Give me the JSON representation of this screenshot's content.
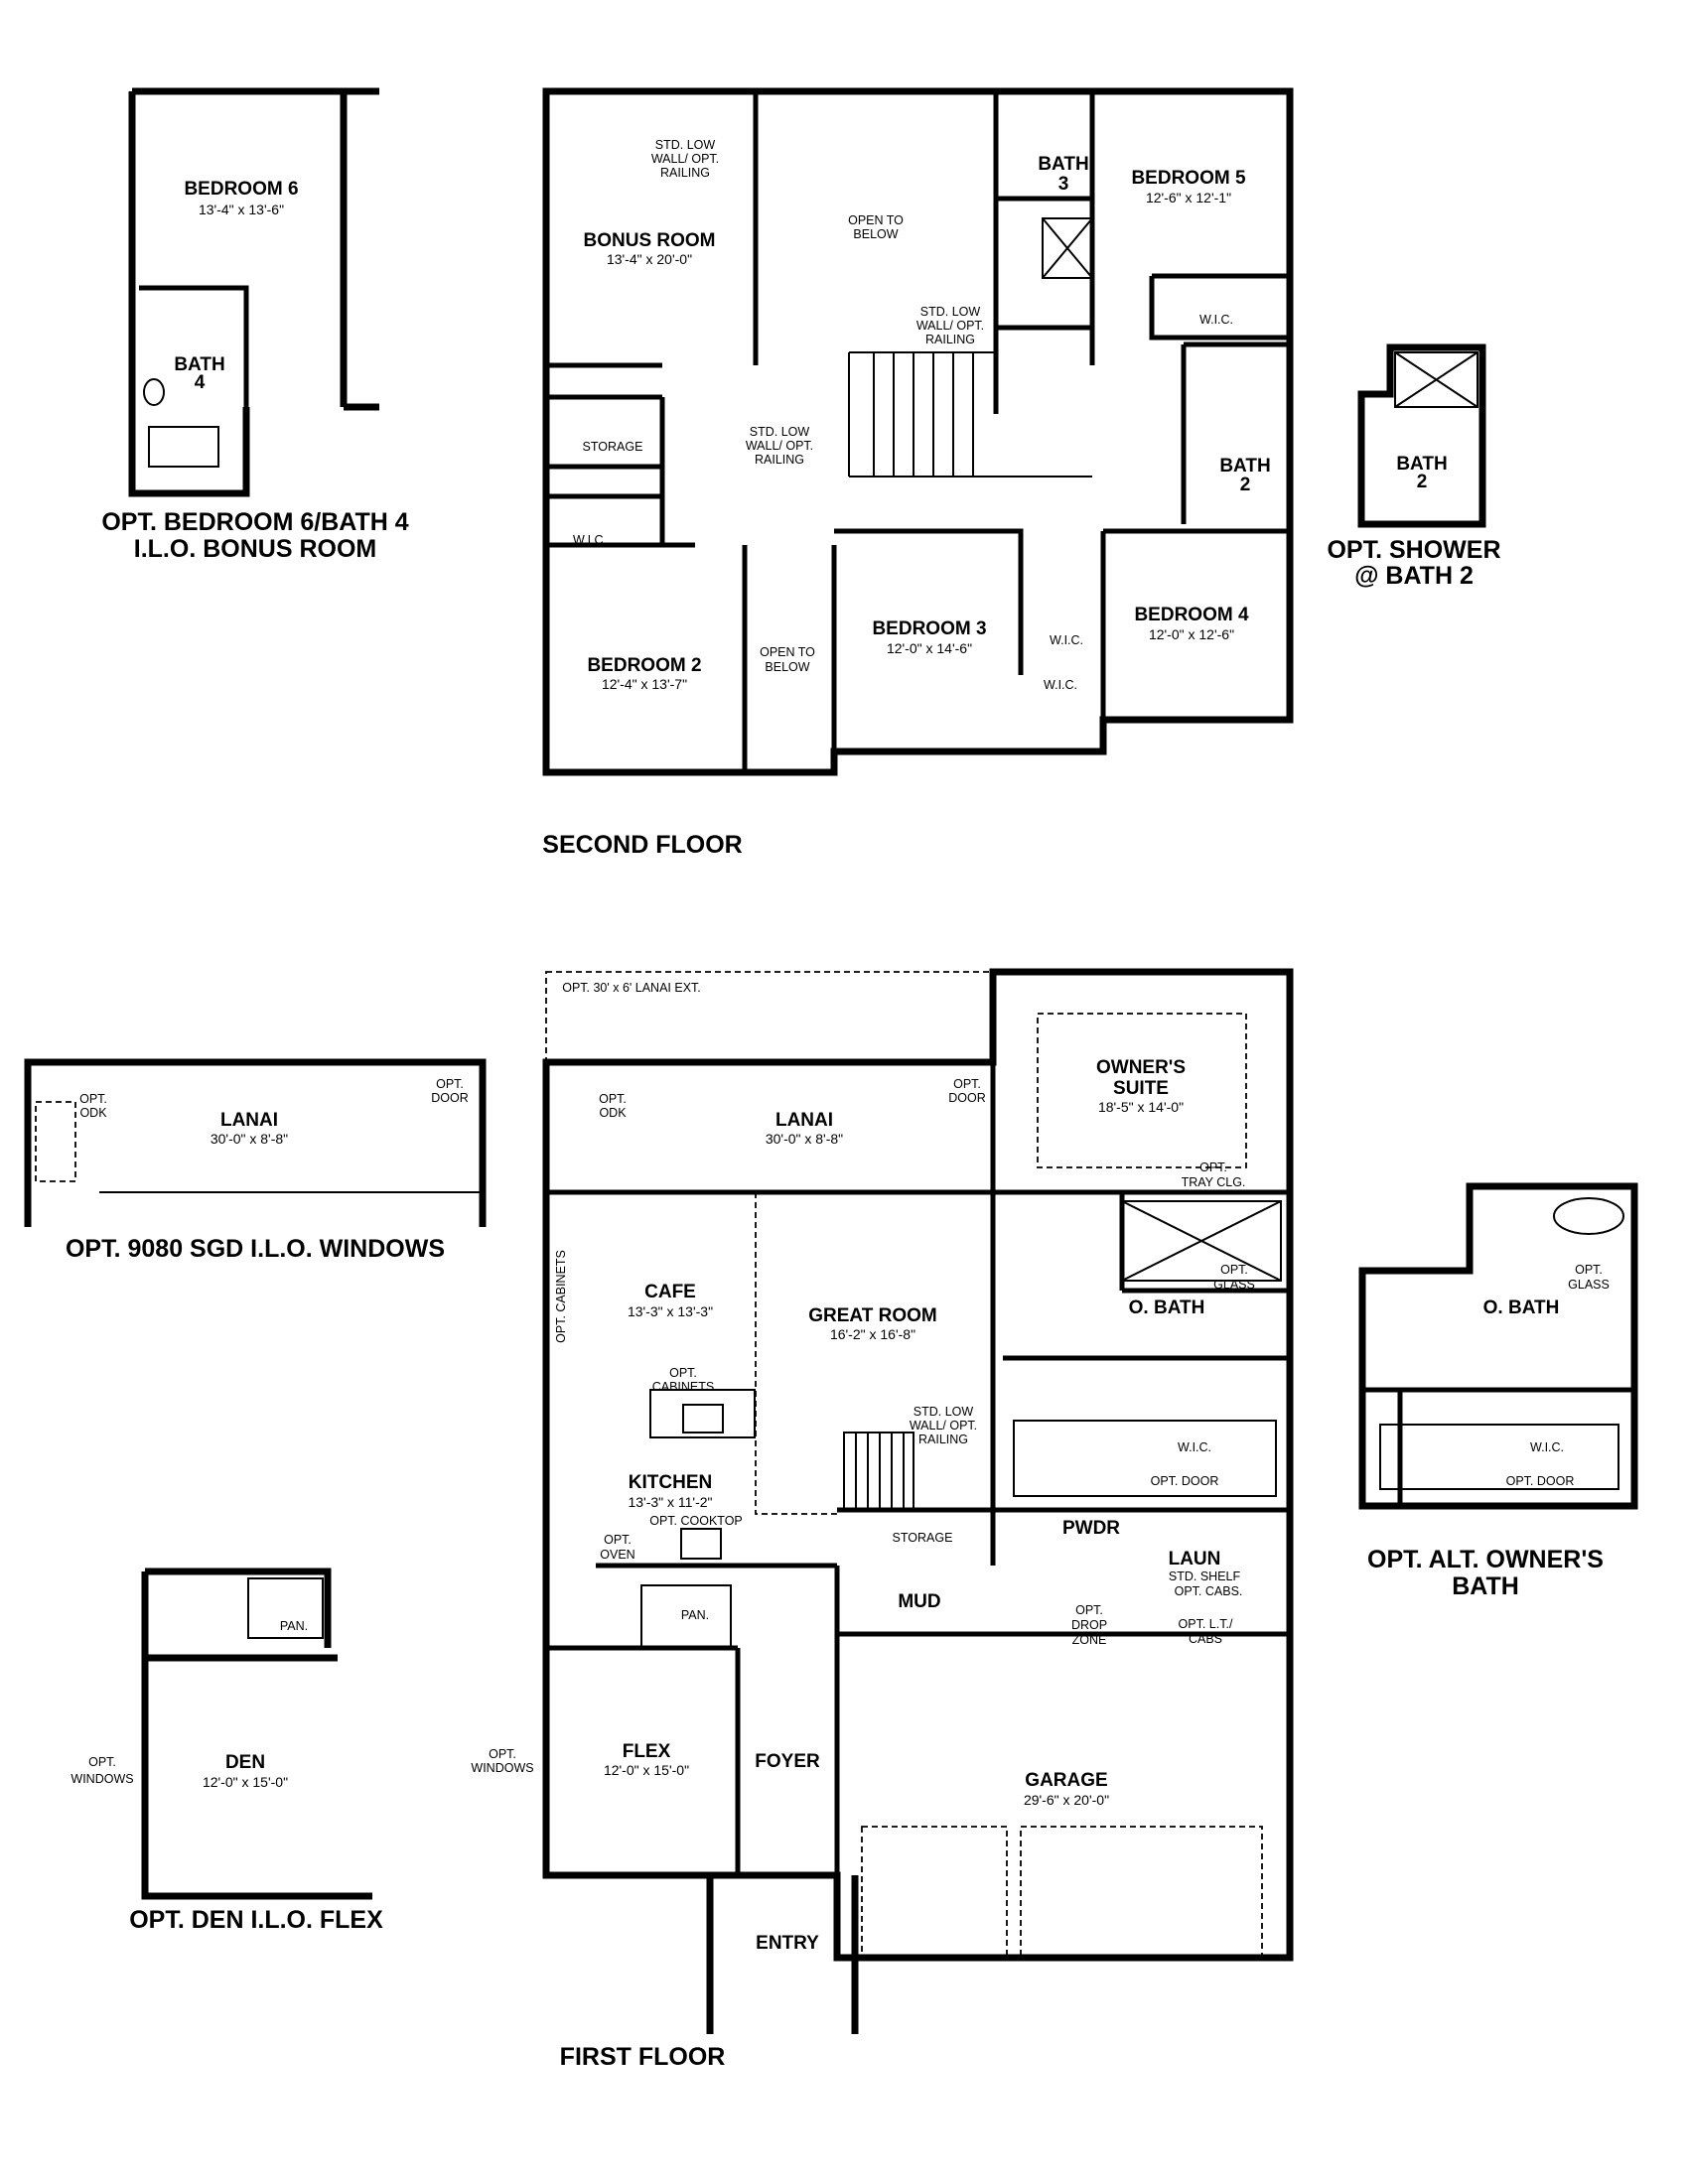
{
  "colors": {
    "line": "#000000",
    "background": "#ffffff"
  },
  "opt_bedroom6": {
    "bedroom6": {
      "name": "BEDROOM 6",
      "dims": "13'-4\" x 13'-6\""
    },
    "bath4": {
      "line1": "BATH",
      "line2": "4"
    },
    "caption_line1": "OPT. BEDROOM 6/BATH 4",
    "caption_line2": "I.L.O. BONUS ROOM"
  },
  "second_floor": {
    "title": "SECOND FLOOR",
    "bonus_room": {
      "name": "BONUS ROOM",
      "dims": "13'-4\" x 20'-0\""
    },
    "low_wall_note": [
      "STD. LOW",
      "WALL/ OPT.",
      "RAILING"
    ],
    "open_to_below": [
      "OPEN TO",
      "BELOW"
    ],
    "bath3": {
      "line1": "BATH",
      "line2": "3"
    },
    "bedroom5": {
      "name": "BEDROOM 5",
      "dims": "12'-6\" x 12'-1\""
    },
    "wic": "W.I.C.",
    "storage": "STORAGE",
    "bath2": {
      "line1": "BATH",
      "line2": "2"
    },
    "bedroom2": {
      "name": "BEDROOM 2",
      "dims": "12'-4\" x 13'-7\""
    },
    "bedroom3": {
      "name": "BEDROOM 3",
      "dims": "12'-0\" x 14'-6\""
    },
    "bedroom4": {
      "name": "BEDROOM 4",
      "dims": "12'-0\" x 12'-6\""
    }
  },
  "opt_shower": {
    "bath2": {
      "line1": "BATH",
      "line2": "2"
    },
    "caption_line1": "OPT. SHOWER",
    "caption_line2": "@ BATH 2"
  },
  "opt_sgd": {
    "lanai": {
      "name": "LANAI",
      "dims": "30'-0\" x 8'-8\""
    },
    "odk": [
      "OPT.",
      "ODK"
    ],
    "door": [
      "OPT.",
      "DOOR"
    ],
    "caption": "OPT. 9080 SGD I.L.O. WINDOWS"
  },
  "first_floor": {
    "title": "FIRST FLOOR",
    "lanai_ext": "OPT. 30' x 6' LANAI EXT.",
    "lanai": {
      "name": "LANAI",
      "dims": "30'-0\" x 8'-8\""
    },
    "odk": [
      "OPT.",
      "ODK"
    ],
    "door": [
      "OPT.",
      "DOOR"
    ],
    "owners_suite": {
      "line1": "OWNER'S",
      "line2": "SUITE",
      "dims": "18'-5\" x 14'-0\""
    },
    "tray_clg": [
      "OPT.",
      "TRAY CLG."
    ],
    "glass": [
      "OPT.",
      "GLASS"
    ],
    "o_bath": "O. BATH",
    "wic": "W.I.C.",
    "wic_door": "OPT. DOOR",
    "cafe": {
      "name": "CAFE",
      "dims": "13'-3\" x 13'-3\""
    },
    "opt_cabinets_vertical": "OPT. CABINETS",
    "great_room": {
      "name": "GREAT ROOM",
      "dims": "16'-2\" x 16'-8\""
    },
    "opt_cabinets": [
      "OPT.",
      "CABINETS"
    ],
    "low_wall_note": [
      "STD. LOW",
      "WALL/ OPT.",
      "RAILING"
    ],
    "kitchen": {
      "name": "KITCHEN",
      "dims": "13'-3\" x 11'-2\""
    },
    "cooktop": "OPT. COOKTOP",
    "oven": [
      "OPT.",
      "OVEN"
    ],
    "storage": "STORAGE",
    "pwdr": "PWDR",
    "laun": "LAUN",
    "laun_notes": [
      "STD. SHELF",
      "OPT. CABS."
    ],
    "mud": "MUD",
    "pan": "PAN.",
    "drop_zone": [
      "OPT.",
      "DROP",
      "ZONE"
    ],
    "lt_cabs": [
      "OPT. L.T./",
      "CABS"
    ],
    "flex": {
      "name": "FLEX",
      "dims": "12'-0\" x 15'-0\""
    },
    "windows": [
      "OPT.",
      "WINDOWS"
    ],
    "foyer": "FOYER",
    "garage": {
      "name": "GARAGE",
      "dims": "29'-6\" x 20'-0\""
    },
    "entry": "ENTRY"
  },
  "opt_alt_owners_bath": {
    "o_bath": "O. BATH",
    "glass": [
      "OPT.",
      "GLASS"
    ],
    "wic": "W.I.C.",
    "door": "OPT. DOOR",
    "caption_line1": "OPT. ALT. OWNER'S",
    "caption_line2": "BATH"
  },
  "opt_den": {
    "pan": "PAN.",
    "den": {
      "name": "DEN",
      "dims": "12'-0\" x 15'-0\""
    },
    "windows": [
      "OPT.",
      "WINDOWS"
    ],
    "caption": "OPT. DEN I.L.O. FLEX"
  }
}
